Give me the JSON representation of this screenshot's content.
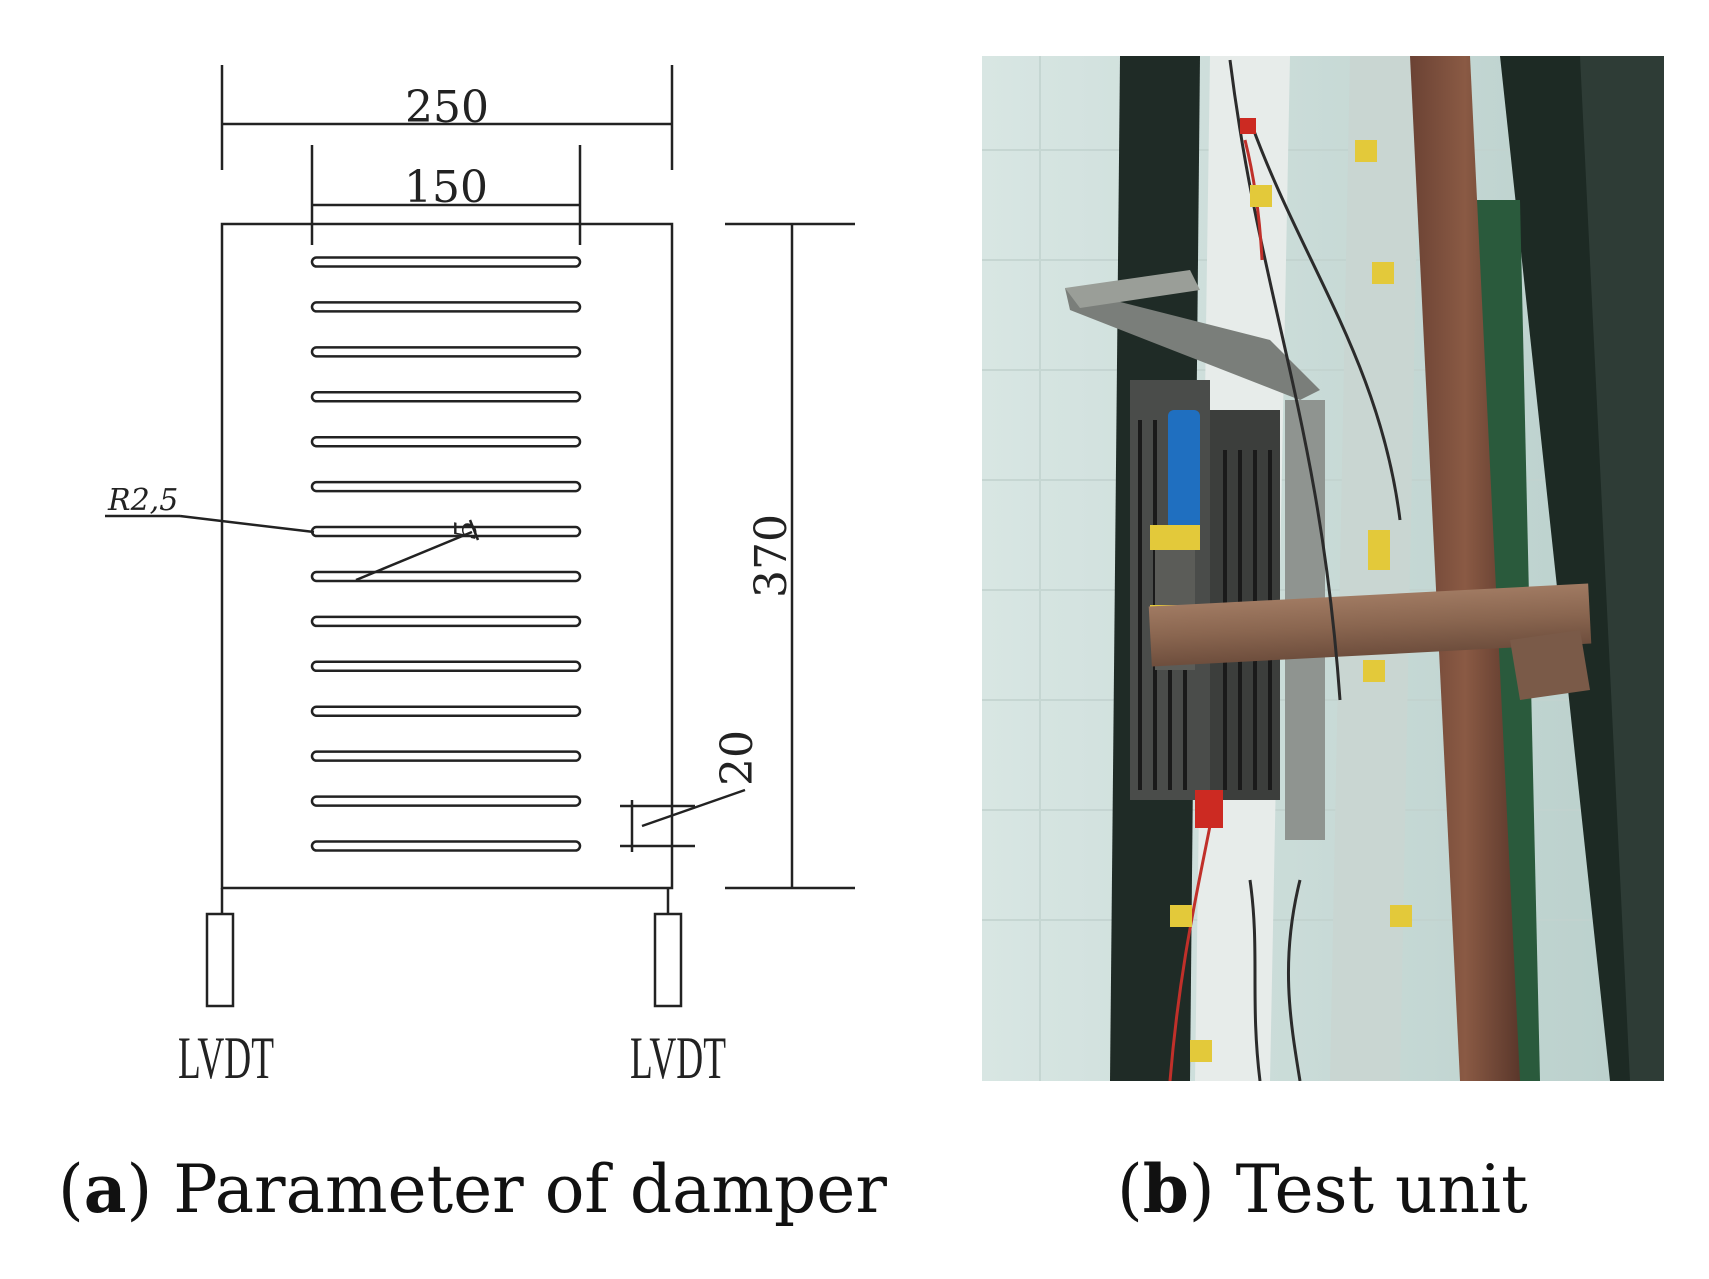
{
  "figure": {
    "panel_a": {
      "label_letter": "a",
      "caption_text": "Parameter of damper",
      "dim_width_outer": "250",
      "dim_width_slots": "150",
      "dim_height": "370",
      "dim_radius": "R2,5",
      "dim_slot_pitch": "20",
      "dim_small": "5",
      "sensor_left": "LVDT",
      "sensor_right": "LVDT",
      "slot_count": 14
    },
    "panel_b": {
      "label_letter": "b",
      "caption_text": "Test unit"
    }
  }
}
